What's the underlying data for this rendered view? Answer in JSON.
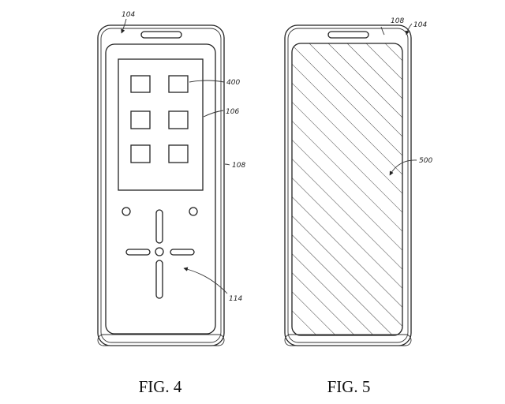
{
  "fig4": {
    "caption": "FIG. 4",
    "labels": {
      "ref_104": "104",
      "ref_400": "400",
      "ref_106": "106",
      "ref_108": "108",
      "ref_114": "114"
    }
  },
  "fig5": {
    "caption": "FIG. 5",
    "labels": {
      "ref_108": "108",
      "ref_104": "104",
      "ref_500": "500"
    }
  }
}
